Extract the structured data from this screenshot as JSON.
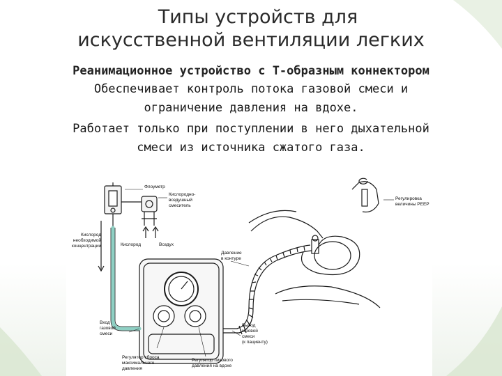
{
  "slide": {
    "title_line1": "Типы устройств для",
    "title_line2": "искусственной вентиляции легких",
    "subtitle": "Реанимационное устройство с Т-образным коннектором",
    "desc_line1": "Обеспечивает контроль потока газовой смеси и",
    "desc_line2": "ограничение давления на вдохе.",
    "desc_line3": "Работает только при поступлении в него дыхательной",
    "desc_line4": "смеси из источника сжатого газа."
  },
  "figure": {
    "flowmeter": "Флоуметр",
    "mixer_1": "Кислородно-",
    "mixer_2": "воздушный",
    "mixer_3": "смеситель",
    "oxygen_needed_1": "Кислород",
    "oxygen_needed_2": "необходимой",
    "oxygen_needed_3": "концентрации",
    "oxygen": "Кислород",
    "air": "Воздух",
    "circuit_pressure_1": "Давление",
    "circuit_pressure_2": "в контуре",
    "peep_1": "Регулировка",
    "peep_2": "величины PEEP",
    "gas_inlet_1": "Вход",
    "gas_inlet_2": "газовой",
    "gas_inlet_3": "смеси",
    "gas_outlet_1": "Выход",
    "gas_outlet_2": "газовой",
    "gas_outlet_3": "смеси",
    "gas_outlet_4": "(к пациенту)",
    "max_pressure_1": "Регулятор сброса",
    "max_pressure_2": "максимального",
    "max_pressure_3": "давления",
    "pip_1": "Регулятор пикового",
    "pip_2": "давления на вдохе"
  },
  "colors": {
    "tube": "#8fd0c4",
    "ink": "#1a1a1a",
    "corner": "#cfe0c6"
  }
}
